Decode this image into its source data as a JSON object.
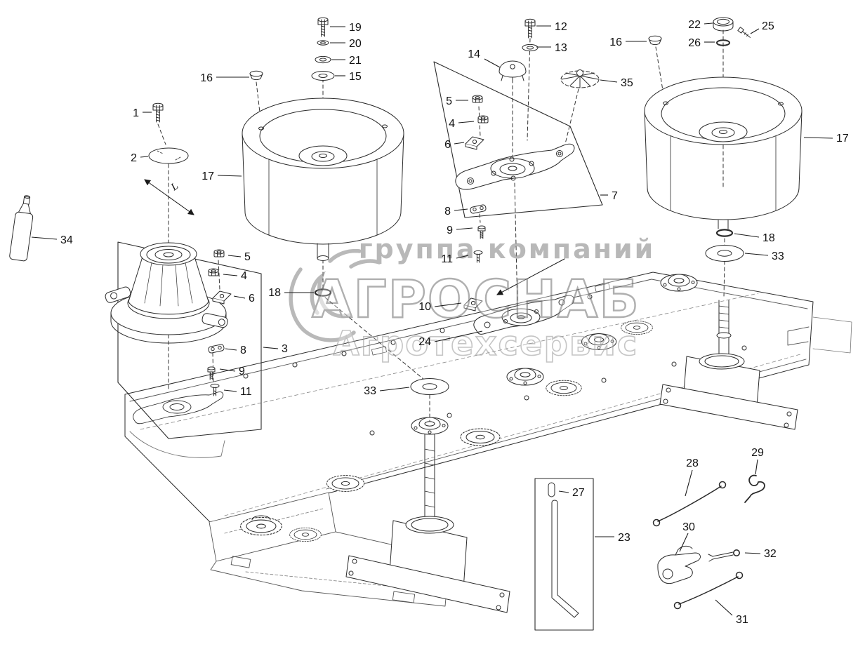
{
  "page": {
    "background": "#ffffff"
  },
  "watermark": {
    "line1": "группа компаний",
    "line2": "АГРОСНАБ",
    "line3": "Агротехсервис",
    "color": "#8d8d8d"
  },
  "dimension": {
    "label": "L"
  },
  "callouts": [
    {
      "label": "19"
    },
    {
      "label": "20"
    },
    {
      "label": "21"
    },
    {
      "label": "15"
    },
    {
      "label": "16"
    },
    {
      "label": "1"
    },
    {
      "label": "2"
    },
    {
      "label": "17"
    },
    {
      "label": "12"
    },
    {
      "label": "13"
    },
    {
      "label": "14"
    },
    {
      "label": "35"
    },
    {
      "label": "22"
    },
    {
      "label": "25"
    },
    {
      "label": "16"
    },
    {
      "label": "26"
    },
    {
      "label": "17"
    },
    {
      "label": "5"
    },
    {
      "label": "4"
    },
    {
      "label": "6"
    },
    {
      "label": "7"
    },
    {
      "label": "8"
    },
    {
      "label": "9"
    },
    {
      "label": "11"
    },
    {
      "label": "18"
    },
    {
      "label": "33"
    },
    {
      "label": "34"
    },
    {
      "label": "5"
    },
    {
      "label": "4"
    },
    {
      "label": "6"
    },
    {
      "label": "18"
    },
    {
      "label": "3"
    },
    {
      "label": "8"
    },
    {
      "label": "9"
    },
    {
      "label": "11"
    },
    {
      "label": "10"
    },
    {
      "label": "24"
    },
    {
      "label": "33"
    },
    {
      "label": "27"
    },
    {
      "label": "23"
    },
    {
      "label": "28"
    },
    {
      "label": "29"
    },
    {
      "label": "30"
    },
    {
      "label": "32"
    },
    {
      "label": "31"
    }
  ]
}
